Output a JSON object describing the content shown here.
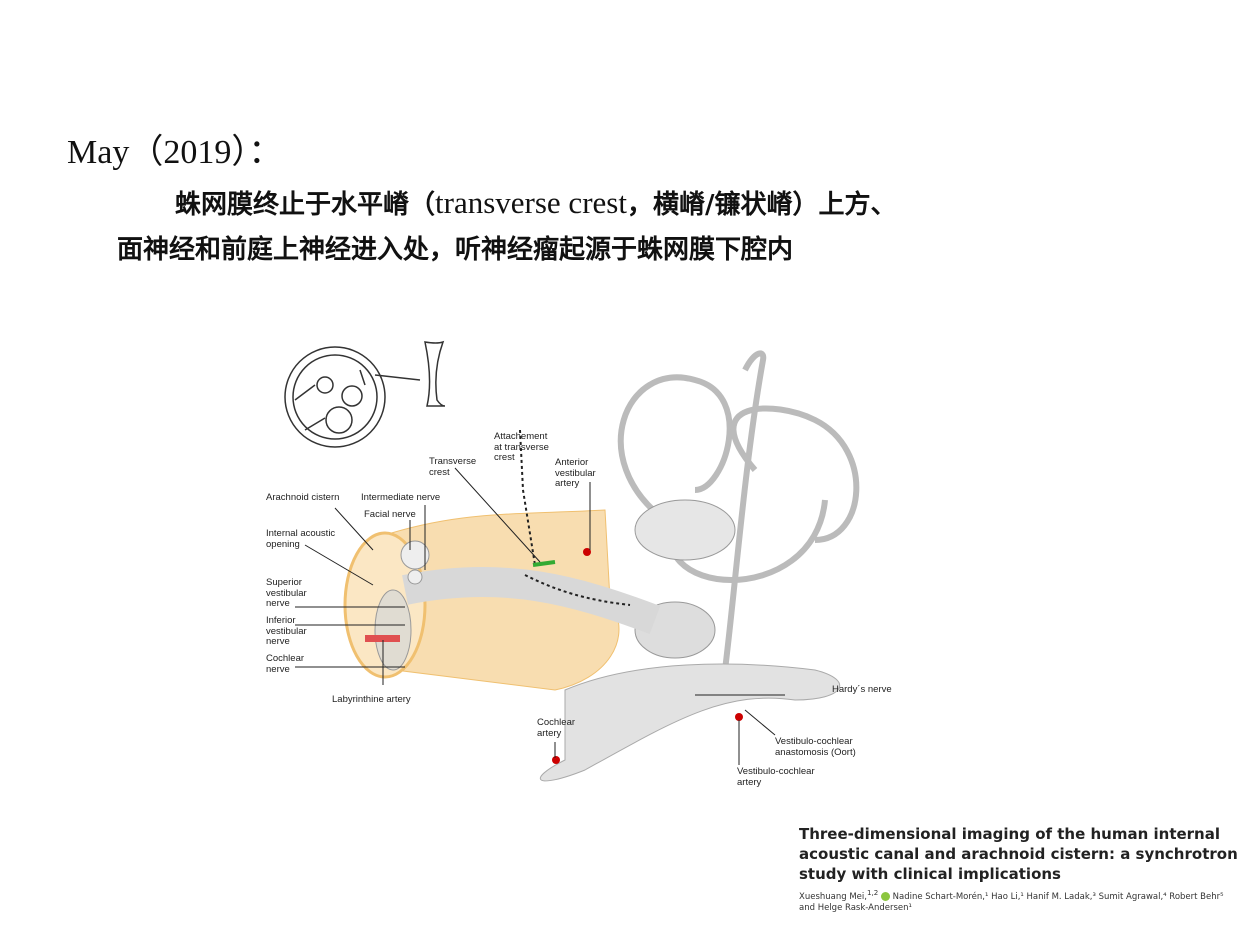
{
  "slide": {
    "title": "May（2019）：",
    "line1_a": "蛛网膜终止于水平嵴（",
    "line1_b": "transverse crest",
    "line1_c": "，横嵴/镰状嵴）上方、",
    "line2": "面神经和前庭上神经进入处，听神经瘤起源于蛛网膜下腔内"
  },
  "figure": {
    "labels": {
      "arachnoid_cistern": "Arachnoid cistern",
      "internal_acoustic_opening": "Internal acoustic\nopening",
      "intermediate_nerve": "Intermediate nerve",
      "facial_nerve": "Facial nerve",
      "transverse_crest": "Transverse\ncrest",
      "attachment": "Attachement\nat transverse\ncrest",
      "anterior_vestibular_artery": "Anterior\nvestibular\nartery",
      "superior_vestibular_nerve": "Superior\nvestibular\nnerve",
      "inferior_vestibular_nerve": "Inferior\nvestibular\nnerve",
      "cochlear_nerve": "Cochlear\nnerve",
      "labyrinthine_artery": "Labyrinthine artery",
      "hardys_nerve": "Hardy´s nerve",
      "cochlear_artery": "Cochlear\nartery",
      "vc_anastomosis": "Vestibulo-cochlear\nanastomosis (Oort)",
      "vc_artery": "Vestibulo-cochlear\nartery"
    }
  },
  "reference": {
    "title": "Three-dimensional imaging of the human internal acoustic canal and arachnoid cistern: a synchrotron study with clinical implications",
    "authors_1": "Xueshuang Mei,",
    "authors_1_sup": "1,2",
    "authors_2": " Nadine Schart-Morén,¹ Hao Li,¹ Hanif M. Ladak,³ Sumit Agrawal,⁴ Robert Behr⁵ and Helge Rask-Andersen¹"
  }
}
